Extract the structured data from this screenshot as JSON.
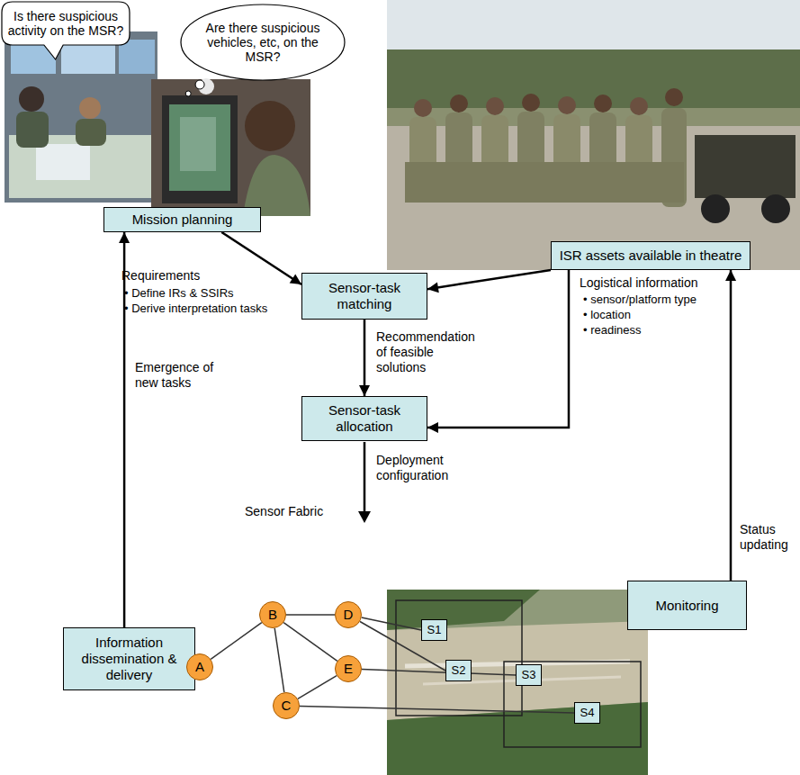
{
  "diagram": {
    "nodes": [
      {
        "text": [
          "Is there suspicious activity on the MSR?"
        ]
      },
      {
        "text": [
          "Are there suspicious vehicles, etc, on the MSR?"
        ]
      },
      {
        "text": [
          "Mission planning"
        ]
      },
      {
        "text": [
          "ISR assets available in theatre"
        ]
      },
      {
        "text": [
          "Sensor-task matching"
        ]
      },
      {
        "text": [
          "Sensor-task allocation"
        ]
      },
      {
        "text": [
          "Monitoring"
        ]
      },
      {
        "text": [
          "Information dissemination & delivery"
        ]
      },
      {
        "text": [
          "A"
        ]
      },
      {
        "text": [
          "B"
        ]
      },
      {
        "text": [
          "C"
        ]
      },
      {
        "text": [
          "D"
        ]
      },
      {
        "text": [
          "E"
        ]
      },
      {
        "text": [
          "S1"
        ]
      },
      {
        "text": [
          "S2"
        ]
      },
      {
        "text": [
          "S3"
        ]
      },
      {
        "text": [
          "S4"
        ]
      }
    ],
    "edges": [
      {
        "from": 2,
        "to": 4,
        "arrow": "to",
        "label": "Requirements"
      },
      {
        "from": 3,
        "to": 4,
        "arrow": "to"
      },
      {
        "from": 4,
        "to": 5,
        "arrow": "to",
        "label": "Recommendation of feasible solutions"
      },
      {
        "from": 3,
        "to": 5,
        "arrow": "to"
      },
      {
        "from": 6,
        "to": 3,
        "arrow": "to",
        "label": "Status updating"
      },
      {
        "from": 7,
        "to": 2,
        "arrow": "to",
        "label": "Emergence of new tasks"
      },
      {
        "from": 8,
        "to": 9,
        "arrow": "none"
      },
      {
        "from": 9,
        "to": 11,
        "arrow": "none"
      },
      {
        "from": 9,
        "to": 12,
        "arrow": "none"
      },
      {
        "from": 9,
        "to": 10,
        "arrow": "none"
      },
      {
        "from": 10,
        "to": 12,
        "arrow": "none"
      },
      {
        "from": 11,
        "to": 13,
        "arrow": "none"
      },
      {
        "from": 11,
        "to": 14,
        "arrow": "none"
      },
      {
        "from": 12,
        "to": 15,
        "arrow": "none"
      },
      {
        "from": 10,
        "to": 16,
        "arrow": "none"
      }
    ],
    "labels": [
      "• Define IRs & SSIRs",
      "• Derive interpretation tasks",
      "Logistical information",
      "• sensor/platform type",
      "• location",
      "• readiness",
      "Deployment configuration",
      "Sensor Fabric"
    ]
  }
}
